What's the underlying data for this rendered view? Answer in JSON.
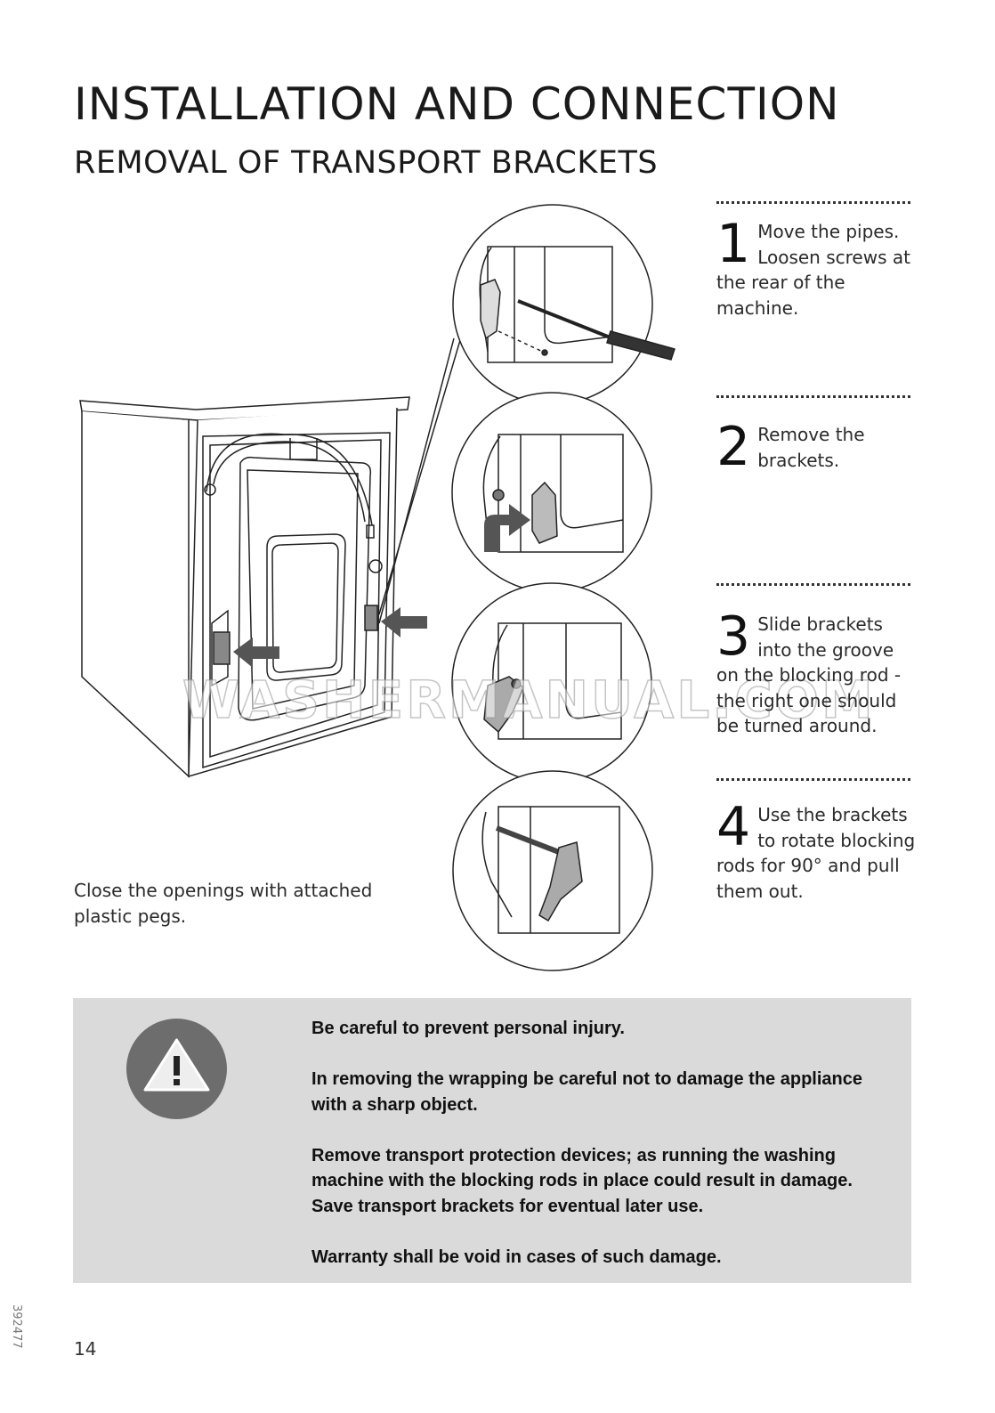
{
  "header": {
    "title": "INSTALLATION AND CONNECTION",
    "subtitle": "REMOVAL OF TRANSPORT BRACKETS"
  },
  "steps": [
    {
      "number": "1",
      "text": "Move the pipes. Loosen screws at the rear of the machine."
    },
    {
      "number": "2",
      "text": "Remove the brackets."
    },
    {
      "number": "3",
      "text": "Slide brackets into the groove on the blocking rod - the right one should be turned around."
    },
    {
      "number": "4",
      "text": "Use the brackets to rotate blocking rods for 90° and pull them out."
    }
  ],
  "caption": "Close the openings with attached plastic pegs.",
  "warning": {
    "icon": "warning-triangle-icon",
    "paragraphs": [
      "Be careful to prevent personal injury.",
      "In removing the wrapping be careful not to damage the appliance with a sharp object.",
      "Remove transport protection devices; as running the washing machine with the blocking rods in place could result in damage. Save transport brackets for eventual later use.",
      "Warranty shall be void in cases of such damage."
    ]
  },
  "watermark": "WASHERMANUAL.COM",
  "doc_number": "392477",
  "page_number": "14"
}
